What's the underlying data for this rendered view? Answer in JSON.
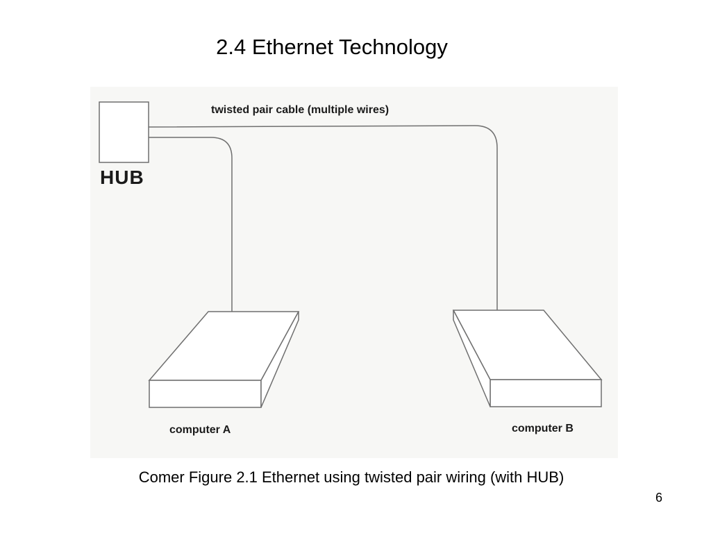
{
  "slide": {
    "title": "2.4 Ethernet Technology",
    "caption": "Comer Figure 2.1 Ethernet using twisted pair wiring  (with HUB)",
    "page_number": "6"
  },
  "figure": {
    "cable_label": "twisted pair cable (multiple wires)",
    "hub_label": "HUB",
    "computer_a_label": "computer A",
    "computer_b_label": "computer B",
    "line_color": "#6f6f6f",
    "background_color": "#f7f7f5"
  }
}
